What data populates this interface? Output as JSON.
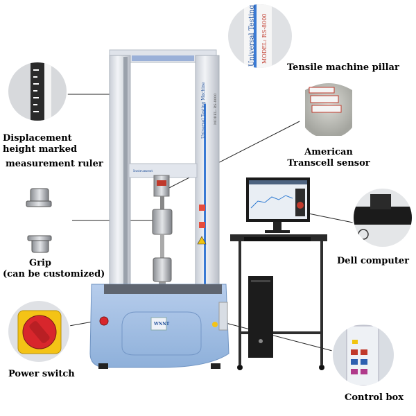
{
  "labels": {
    "pillar": "Tensile machine pillar",
    "ruler_1": "Displacement",
    "ruler_2": "height marked",
    "ruler_3": "measurement ruler",
    "sensor_1": "American",
    "sensor_2": "Transcell sensor",
    "grip_1": "Grip",
    "grip_2": "(can be customized)",
    "computer": "Dell computer",
    "power": "Power switch",
    "control": "Control box"
  },
  "machine": {
    "sticker_line1": "Universal Testing",
    "sticker_line2": "MODEL: RS-8000",
    "pillar_text": "Universal Testing Machine",
    "pillar_model": "MODEL: RS-8000",
    "brand": "WNNT",
    "crosshead_text": "Instrument"
  },
  "colors": {
    "frame": "#e6e9ee",
    "frame_shade": "#c5cad2",
    "base": "#a9c3e6",
    "base_dark": "#7fa3d0",
    "switch_red": "#d8262c",
    "switch_yellow": "#f4c316",
    "screen_red": "#c0392b",
    "sensor_gray": "#c7c8c3"
  }
}
